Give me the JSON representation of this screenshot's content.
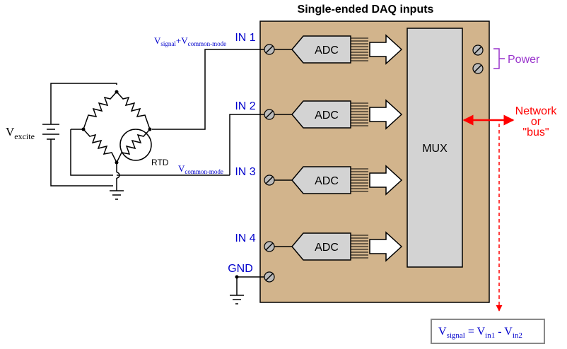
{
  "title": "Single-ended DAQ inputs",
  "inputs": [
    {
      "label": "IN 1"
    },
    {
      "label": "IN 2"
    },
    {
      "label": "IN 3"
    },
    {
      "label": "IN 4"
    }
  ],
  "gnd_label": "GND",
  "adc_label": "ADC",
  "mux_label": "MUX",
  "power_label": "Power",
  "network_label": {
    "line1": "Network",
    "line2": "or",
    "line3": "\"bus\""
  },
  "rtd_label": "RTD",
  "vexcite": {
    "main": "V",
    "sub": "excite"
  },
  "in1_signal": {
    "v1": "V",
    "sub1": "signal",
    "plus": "+",
    "v2": "V",
    "sub2": "common-mode"
  },
  "in3_signal": {
    "v": "V",
    "sub": "common-mode"
  },
  "formula": {
    "v": "V",
    "sub_signal": "signal",
    "eq": " = ",
    "v1": "V",
    "sub_in1": "in1",
    "minus": " - ",
    "v2": "V",
    "sub_in2": "in2"
  },
  "colors": {
    "daq_body": "#d2b48c",
    "mux_fill": "#d3d3d3",
    "label_blue": "#0000cc",
    "power_purple": "#9933cc",
    "network_red": "#ff0000"
  }
}
